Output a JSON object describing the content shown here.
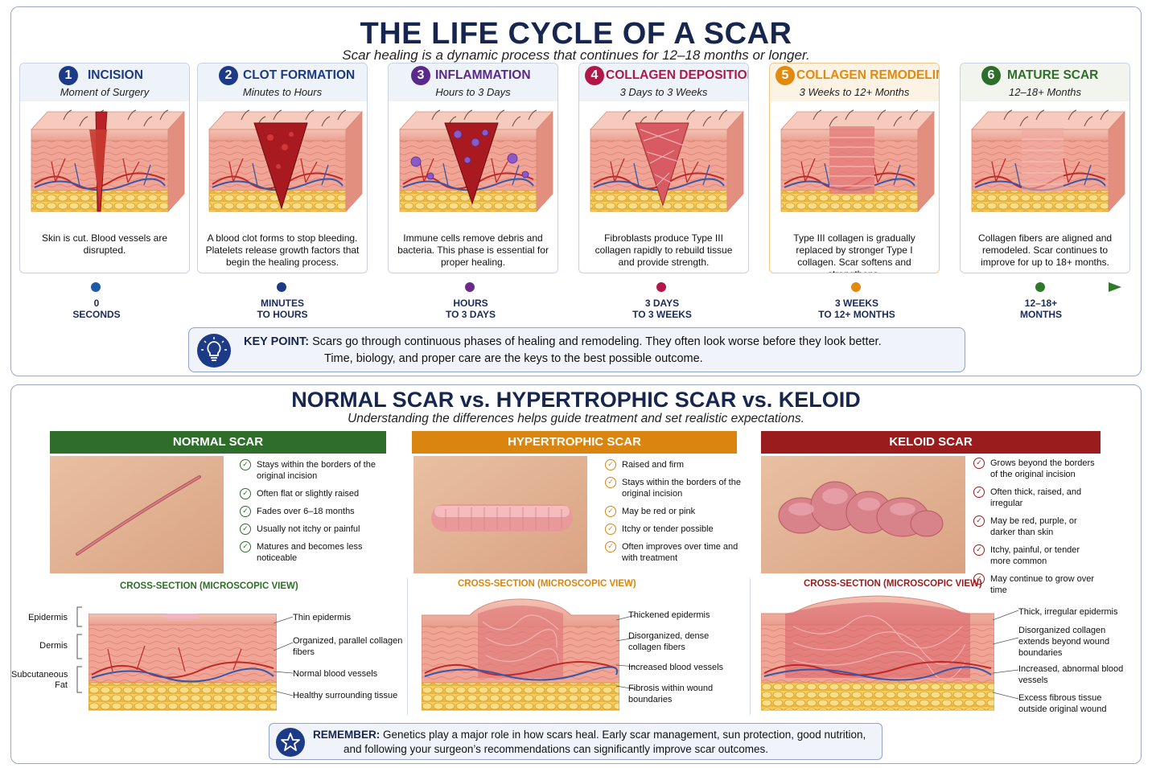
{
  "lifecycle": {
    "title": "THE LIFE CYCLE OF A SCAR",
    "subtitle": "Scar healing is a dynamic process that continues for 12–18 months or longer.",
    "stages": [
      {
        "num": "1",
        "title": "INCISION",
        "time": "Moment of Surgery",
        "desc": "Skin is cut. Blood vessels are disrupted.",
        "color": "#1c3a86"
      },
      {
        "num": "2",
        "title": "CLOT FORMATION",
        "time": "Minutes to Hours",
        "desc": "A blood clot forms to stop bleeding. Platelets release growth factors that begin the healing process.",
        "color": "#1c3a86"
      },
      {
        "num": "3",
        "title": "INFLAMMATION",
        "time": "Hours to 3 Days",
        "desc": "Immune cells remove debris and bacteria. This phase is essential for proper healing.",
        "color": "#5a2a8a"
      },
      {
        "num": "4",
        "title": "COLLAGEN DEPOSITION",
        "time": "3 Days to 3 Weeks",
        "desc": "Fibroblasts produce Type III collagen rapidly to rebuild tissue and provide strength.",
        "color": "#b0184a"
      },
      {
        "num": "5",
        "title": "COLLAGEN REMODELING",
        "time": "3 Weeks to 12+ Months",
        "desc": "Type III collagen is gradually replaced by stronger Type I collagen. Scar softens and strengthens.",
        "color": "#e08a10"
      },
      {
        "num": "6",
        "title": "MATURE SCAR",
        "time": "12–18+ Months",
        "desc": "Collagen fibers are aligned and remodeled. Scar continues to improve for up to 18+ months.",
        "color": "#2f6e2a"
      }
    ],
    "timeline": [
      {
        "line1": "0",
        "line2": "SECONDS",
        "color": "#1c5aa8"
      },
      {
        "line1": "MINUTES",
        "line2": "TO HOURS",
        "color": "#1c3a86"
      },
      {
        "line1": "HOURS",
        "line2": "TO 3 DAYS",
        "color": "#6a2a8a"
      },
      {
        "line1": "3 DAYS",
        "line2": "TO 3 WEEKS",
        "color": "#b0184a"
      },
      {
        "line1": "3 WEEKS",
        "line2": "TO 12+ MONTHS",
        "color": "#e08a10"
      },
      {
        "line1": "12–18+",
        "line2": "MONTHS",
        "color": "#2f7a2a"
      }
    ],
    "key_point": {
      "label": "KEY POINT:",
      "line1": " Scars go through continuous phases of healing and remodeling. They often look worse before they look better.",
      "line2": "Time, biology, and proper care are the keys to the best possible outcome."
    }
  },
  "comparison": {
    "title": "NORMAL SCAR vs. HYPERTROPHIC SCAR vs. KELOID",
    "subtitle": "Understanding the differences helps guide treatment and set realistic expectations.",
    "columns": [
      {
        "heading": "NORMAL SCAR",
        "color": "#2f6e2a",
        "points": [
          "Stays within the borders of the original incision",
          "Often flat or slightly raised",
          "Fades over 6–18 months",
          "Usually not itchy or painful",
          "Matures and becomes less noticeable"
        ],
        "xs_title": "CROSS-SECTION (MICROSCOPIC VIEW)",
        "xs_labels": [
          "Thin epidermis",
          "Organized, parallel collagen fibers",
          "Normal blood vessels",
          "Healthy surrounding tissue"
        ]
      },
      {
        "heading": "HYPERTROPHIC SCAR",
        "color": "#d98510",
        "points": [
          "Raised and firm",
          "Stays within the borders of the original incision",
          "May be red or pink",
          "Itchy or tender possible",
          "Often improves over time and with treatment"
        ],
        "xs_title": "CROSS-SECTION (MICROSCOPIC VIEW)",
        "xs_labels": [
          "Thickened epidermis",
          "Disorganized, dense collagen fibers",
          "Increased blood vessels",
          "Fibrosis within wound boundaries"
        ]
      },
      {
        "heading": "KELOID SCAR",
        "color": "#9a1c1c",
        "points": [
          "Grows beyond the borders of the original incision",
          "Often thick, raised, and irregular",
          "May be red, purple, or darker than skin",
          "Itchy, painful, or tender more common",
          "May continue to grow over time"
        ],
        "xs_title": "CROSS-SECTION (MICROSCOPIC VIEW)",
        "xs_labels": [
          "Thick, irregular epidermis",
          "Disorganized collagen extends beyond wound boundaries",
          "Increased, abnormal blood vessels",
          "Excess fibrous tissue outside original wound"
        ]
      }
    ],
    "layers": [
      "Epidermis",
      "Dermis",
      "Subcutaneous Fat"
    ],
    "remember": {
      "label": "REMEMBER:",
      "line1": " Genetics play a major role in how scars heal. Early scar management, sun protection, good nutrition,",
      "line2": "and following your surgeon’s recommendations can significantly improve scar outcomes."
    }
  },
  "icons": {
    "key_point": "lightbulb-icon",
    "remember": "star-icon",
    "check": "check-circle-icon"
  }
}
